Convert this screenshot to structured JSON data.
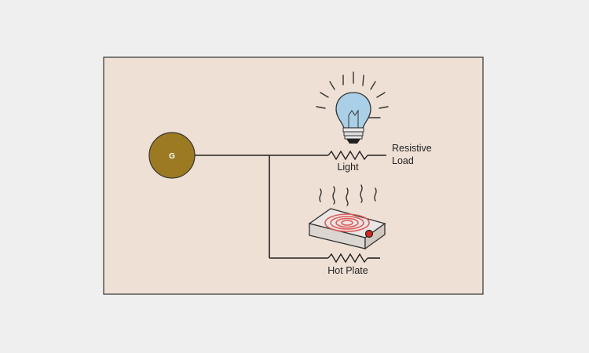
{
  "diagram": {
    "generator_label": "G",
    "light_label": "Light",
    "resistive_load_label": [
      "Resistive",
      "Load"
    ],
    "hot_plate_label": "Hot Plate"
  },
  "colors": {
    "page_background": "#efefef",
    "panel_background": "#eee0d4",
    "panel_border": "#333333",
    "generator_fill": "#9c7a22",
    "wire": "#222222",
    "bulb_glass": "#a9d0e6",
    "coil": "#e05a5a",
    "knob": "#d6281e"
  },
  "icons": [
    "generator-icon",
    "light-bulb-icon",
    "hot-plate-icon",
    "resistor-icon"
  ]
}
